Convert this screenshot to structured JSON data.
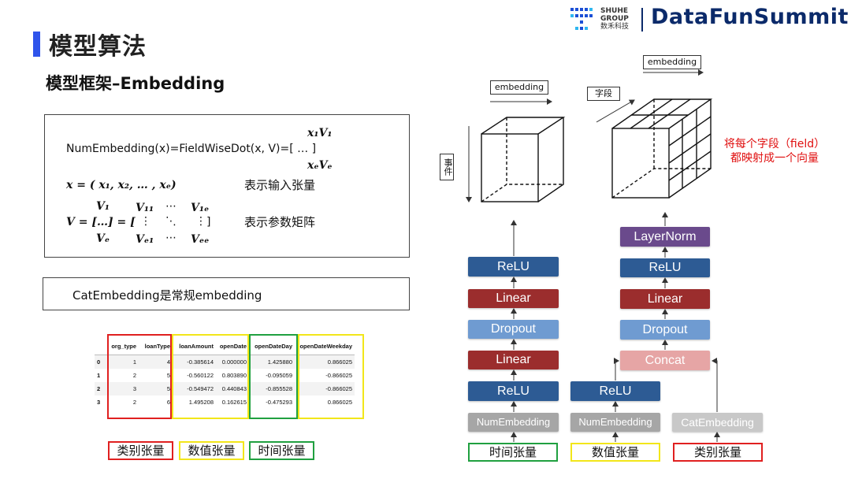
{
  "header": {
    "title": "模型算法",
    "subtitle": "模型框架–Embedding"
  },
  "logo": {
    "line1": "SHUHE",
    "line2": "GROUP",
    "line3": "数禾科技",
    "brand": "DataFunSummit"
  },
  "formula": {
    "num_embedding": "NumEmbedding(x)=FieldWiseDot(x, V)=[  …  ]",
    "top_entry": "x₁V₁",
    "bottom_entry": "xₑVₑ",
    "x_def": "x = ( x₁, x₂, … , xₑ)",
    "x_desc": "表示输入张量",
    "v_lhs": "V = […] = [",
    "v_rhs": "]",
    "v_top": "V₁",
    "v_bottom": "Vₑ",
    "v_row1": [
      "V₁₁",
      "⋯",
      "V₁ₑ"
    ],
    "v_row2": [
      "⋮",
      "⋱",
      "⋮"
    ],
    "v_row3": [
      "Vₑ₁",
      "⋯",
      "Vₑₑ"
    ],
    "v_desc": "表示参数矩阵"
  },
  "cat_embedding_note": "CatEmbedding是常规embedding",
  "table": {
    "columns": [
      "",
      "org_type",
      "loanType",
      "loanAmount",
      "openDate",
      "openDateDay",
      "openDateWeekday"
    ],
    "rows": [
      [
        "0",
        "1",
        "4",
        "-0.385614",
        "0.000000",
        "1.425880",
        "0.866025"
      ],
      [
        "1",
        "2",
        "5",
        "-0.560122",
        "0.803890",
        "-0.095059",
        "-0.866025"
      ],
      [
        "2",
        "3",
        "5",
        "-0.549472",
        "0.440843",
        "-0.855528",
        "-0.866025"
      ],
      [
        "3",
        "2",
        "6",
        "1.495208",
        "0.162615",
        "-0.475293",
        "0.866025"
      ]
    ]
  },
  "legend": {
    "categorical": "类别张量",
    "numeric": "数值张量",
    "time": "时间张量"
  },
  "colors": {
    "categorical": "#e02020",
    "numeric": "#f2e61a",
    "time": "#20a040",
    "relu": "#2d5b94",
    "linear": "#9b2d2d",
    "dropout": "#6f9bd1",
    "layernorm": "#6a4a8c",
    "concat": "#e6a5a5"
  },
  "diagram": {
    "embedding_label": "embedding",
    "event_label": "事件",
    "field_label": "字段",
    "red_note": "将每个字段（field）都映射成一个向量",
    "left_stack": [
      "ReLU",
      "Linear",
      "Dropout",
      "Linear",
      "ReLU",
      "NumEmbedding"
    ],
    "right_stack": [
      "LayerNorm",
      "ReLU",
      "Linear",
      "Dropout",
      "Concat"
    ],
    "mid_relu": "ReLU",
    "mid_numemb": "NumEmbedding",
    "cat_emb": "CatEmbedding",
    "bottom_time": "时间张量",
    "bottom_numeric": "数值张量",
    "bottom_categorical": "类别张量"
  }
}
